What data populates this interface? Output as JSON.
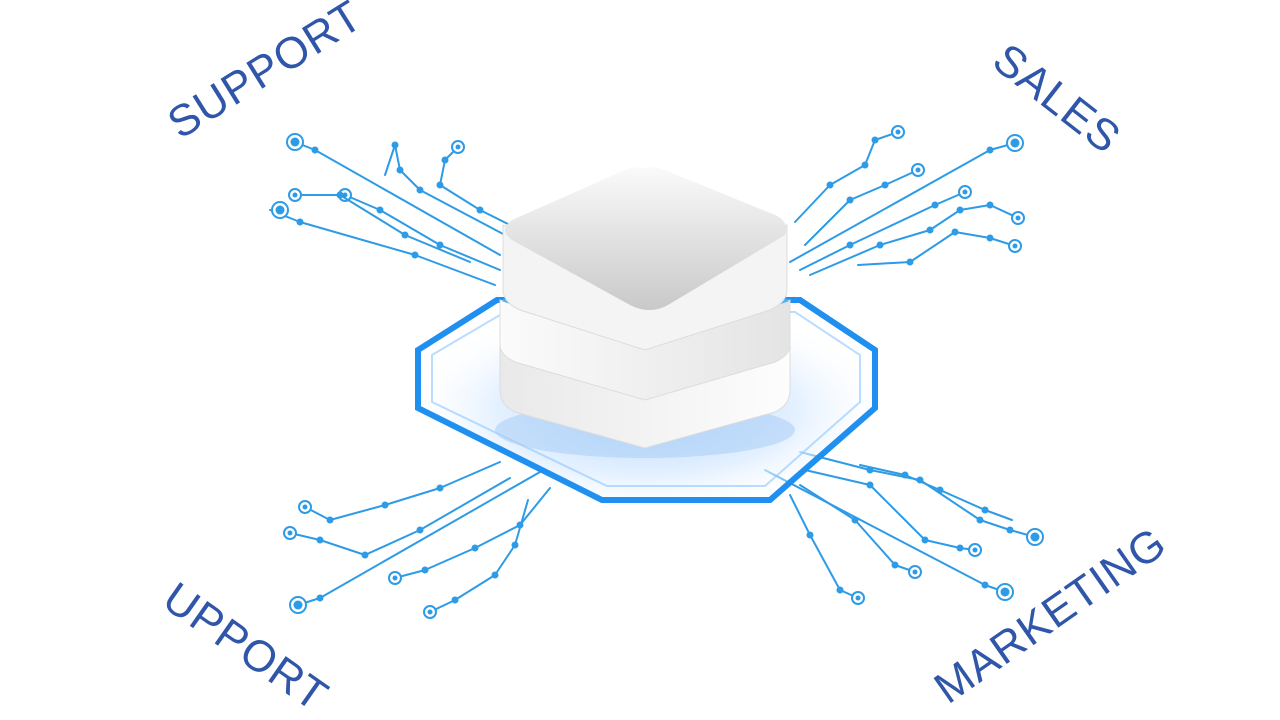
{
  "labels": {
    "top_left": "SUPPORT",
    "top_right": "SALES",
    "bottom_left": "UPPORT",
    "bottom_right": "MARKETING"
  },
  "colors": {
    "label": "#2f56a8",
    "trace": "#2e9be6",
    "hex_outline": "#1f8ff0",
    "hex_glow": "#cfe6ff",
    "server_light": "#f7f7f7",
    "server_shade": "#d6d6d6",
    "server_seam": "#48b6f5"
  },
  "icons": {
    "center": "database-server-stack-icon",
    "platform": "hexagon-platform",
    "circuit": "circuit-trace"
  }
}
